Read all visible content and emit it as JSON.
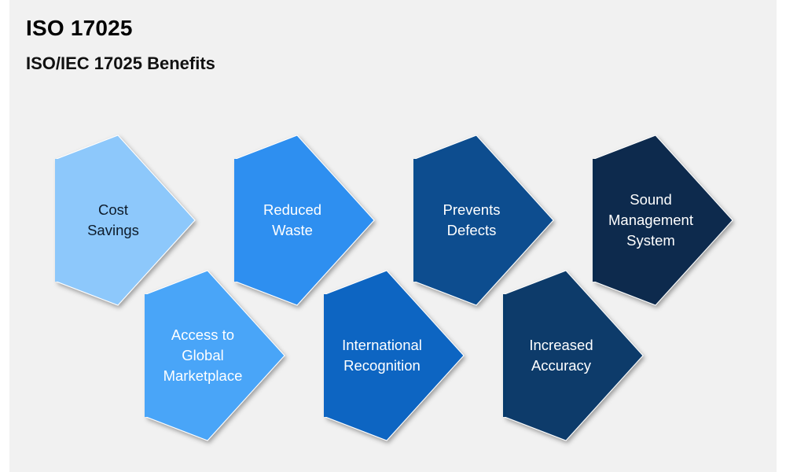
{
  "title": "ISO 17025",
  "subtitle": "ISO/IEC 17025 Benefits",
  "benefits": [
    {
      "lines": [
        "Cost",
        "Savings"
      ],
      "fill": "#8dc8fb",
      "text_color": "#0d1b2a"
    },
    {
      "lines": [
        "Reduced",
        "Waste"
      ],
      "fill": "#2f8ff0",
      "text_color": "#ffffff"
    },
    {
      "lines": [
        "Prevents",
        "Defects"
      ],
      "fill": "#0a4e8f",
      "text_color": "#ffffff"
    },
    {
      "lines": [
        "Sound",
        "Management",
        "System"
      ],
      "fill": "#082a4e",
      "text_color": "#ffffff"
    },
    {
      "lines": [
        "Access to",
        "Global",
        "Marketplace"
      ],
      "fill": "#4aa5f8",
      "text_color": "#ffffff"
    },
    {
      "lines": [
        "International",
        "Recognition"
      ],
      "fill": "#0e65c2",
      "text_color": "#ffffff"
    },
    {
      "lines": [
        "Increased",
        "Accuracy"
      ],
      "fill": "#083a6a",
      "text_color": "#ffffff"
    }
  ]
}
